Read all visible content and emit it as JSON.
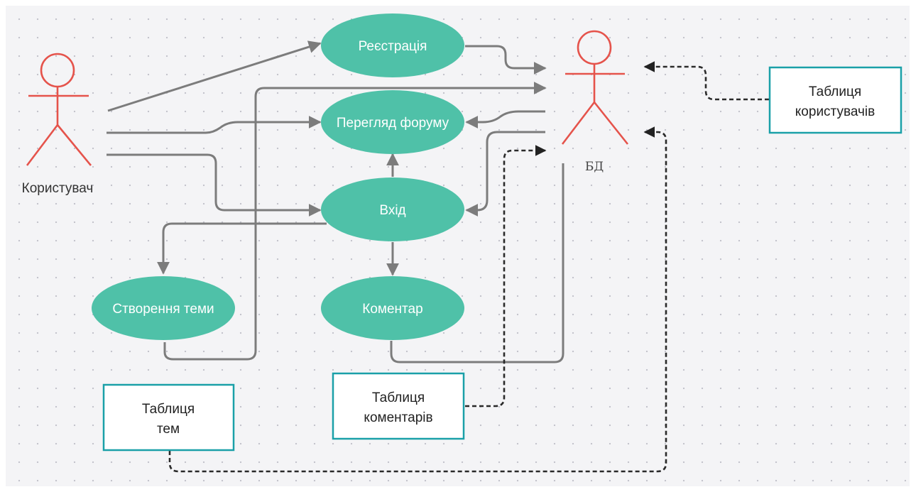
{
  "colors": {
    "ellipse_fill": "#4fc1a8",
    "actor_stroke": "#e5534b",
    "arrow_solid": "#7c7c7c",
    "arrow_dashed": "#2a2a2a",
    "box_border": "#1aa0a8",
    "canvas": "#f4f4f6"
  },
  "actors": {
    "user": {
      "label": "Користувач"
    },
    "db": {
      "label": "БД"
    }
  },
  "use_cases": {
    "registration": "Реєстрація",
    "view_forum": "Перегляд форуму",
    "login": "Вхід",
    "create_topic": "Створення теми",
    "comment": "Коментар"
  },
  "tables": {
    "users": {
      "line1": "Таблиця",
      "line2": "користувачів"
    },
    "comments": {
      "line1": "Таблиця",
      "line2": "коментарів"
    },
    "topics": {
      "line1": "Таблиця",
      "line2": "тем"
    }
  }
}
